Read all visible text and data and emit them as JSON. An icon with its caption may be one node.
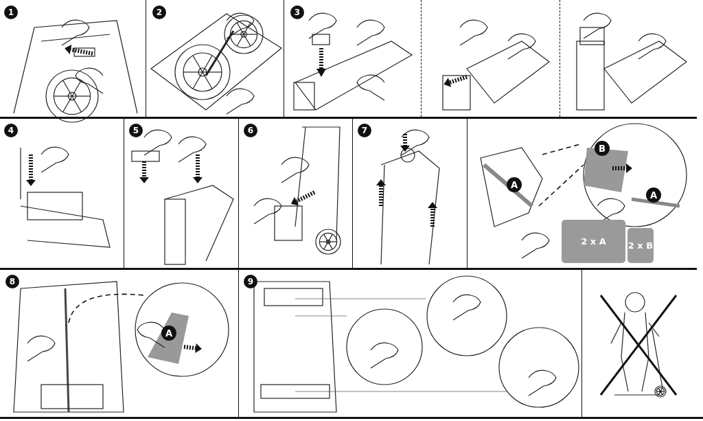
{
  "diagram": {
    "nodes": [
      {
        "text": [
          "1"
        ]
      },
      {
        "text": [
          "2"
        ]
      },
      {
        "text": [
          "3"
        ]
      },
      {
        "text": [
          "4"
        ]
      },
      {
        "text": [
          "5"
        ]
      },
      {
        "text": [
          "6"
        ]
      },
      {
        "text": [
          "7"
        ]
      },
      {
        "text": [
          "A"
        ]
      },
      {
        "text": [
          "B"
        ]
      },
      {
        "text": [
          "A"
        ]
      },
      {
        "text": [
          "2 x A"
        ]
      },
      {
        "text": [
          "2 x B"
        ]
      },
      {
        "text": [
          "8"
        ]
      },
      {
        "text": [
          "A"
        ]
      },
      {
        "text": [
          "9"
        ]
      }
    ]
  }
}
